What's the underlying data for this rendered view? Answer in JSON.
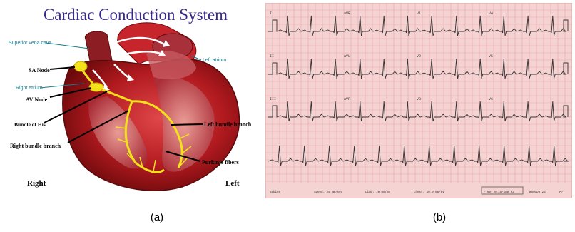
{
  "panel_a": {
    "title": "Cardiac Conduction System",
    "labels": {
      "superior_vena_cava": "Superior vena cava",
      "left_atrium": "Left atrium",
      "sa_node": "SA Node",
      "right_atrium": "Right atrium",
      "av_node": "AV Node",
      "bundle_of_his": "Bundle of His",
      "right_bundle_branch": "Right bundle branch",
      "left_bundle_branch": "Left bundle branch",
      "purkinje_fibers": "Purkinje fibers",
      "right": "Right",
      "left": "Left"
    },
    "caption": "(a)"
  },
  "panel_b": {
    "lead_labels": [
      "I",
      "aVR",
      "V1",
      "V4",
      "II",
      "aVL",
      "V2",
      "V5",
      "III",
      "aVF",
      "V3",
      "V6"
    ],
    "footer": [
      "Sabine",
      "Speed: 25 mm/sec",
      "Limb: 10 mm/mV",
      "Chest: 10.0 mm/mV",
      "F 60- 0.15-100 Hz",
      "W60DDR 25",
      "P?"
    ],
    "caption": "(b)"
  },
  "colors": {
    "title": "#3a2a8c",
    "label_teal": "#1a7a8a",
    "conduction": "#f3e21b",
    "heart_dark": "#8a0f10",
    "heart_mid": "#c4262a",
    "ecg_bg": "#f6d3d3",
    "ecg_grid_major": "#e6a5a5",
    "ecg_trace": "#333333"
  }
}
